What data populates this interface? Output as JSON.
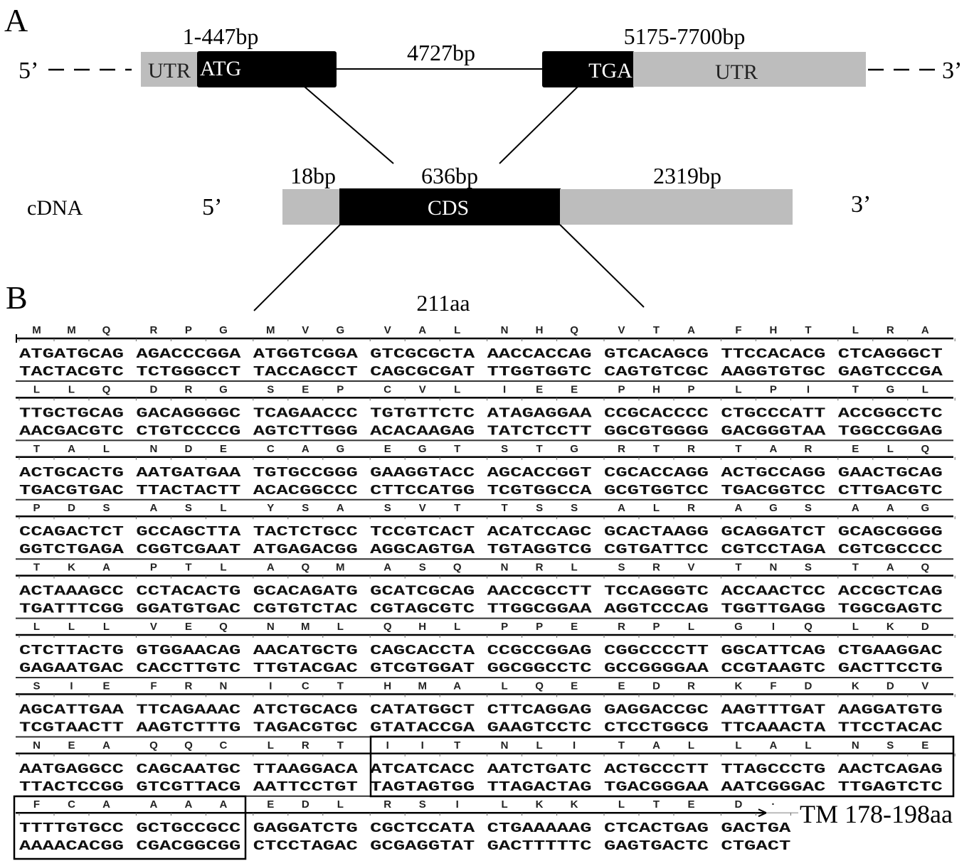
{
  "panel_a": {
    "label": "A",
    "five_prime": "5’",
    "three_prime": "3’",
    "exon1": {
      "range": "1-447bp",
      "utr": "UTR",
      "start_codon": "ATG"
    },
    "intron": {
      "length": "4727bp"
    },
    "exon2": {
      "range": "5175-7700bp",
      "stop_codon": "TGA",
      "utr": "UTR"
    },
    "cdna": {
      "label": "cDNA",
      "five_prime": "5’",
      "three_prime": "3’",
      "utr5": "18bp",
      "cds_len": "636bp",
      "utr3": "2319bp",
      "cds": "CDS"
    },
    "colors": {
      "exon_black": "#000000",
      "utr_gray": "#bdbdbd"
    }
  },
  "panel_b": {
    "label": "B",
    "protein_length": "211aa",
    "tm_label": "TM 178-198aa",
    "rows": [
      {
        "aa": "MMQRPGMVGVALNHQVTAFHTLRA",
        "top": [
          "ATGATGCAG",
          "AGACCCGGA",
          "ATGGTCGGA",
          "GTCGCGCTA",
          "AACCACCAG",
          "GTCACAGCG",
          "TTCCACACG",
          "CTCAGGGCT"
        ],
        "bottom": [
          "TACTACGTC",
          "TCTGGGCCT",
          "TACCAGCCT",
          "CAGCGCGAT",
          "TTGGTGGTC",
          "CAGTGTCGC",
          "AAGGTGTGC",
          "GAGTCCCGA"
        ]
      },
      {
        "aa": "LLQDRGSEPCVLIEEPHPLPITGL",
        "top": [
          "TTGCTGCAG",
          "GACAGGGGC",
          "TCAGAACCC",
          "TGTGTTCTC",
          "ATAGAGGAA",
          "CCGCACCCC",
          "CTGCCCATT",
          "ACCGGCCTC"
        ],
        "bottom": [
          "AACGACGTC",
          "CTGTCCCCG",
          "AGTCTTGGG",
          "ACACAAGAG",
          "TATCTCCTT",
          "GGCGTGGGG",
          "GACGGGTAA",
          "TGGCCGGAG"
        ]
      },
      {
        "aa": "TALNDECAGEGTSTGRTRTARELQ",
        "top": [
          "ACTGCACTG",
          "AATGATGAA",
          "TGTGCCGGG",
          "GAAGGTACC",
          "AGCACCGGT",
          "CGCACCAGG",
          "ACTGCCAGG",
          "GAACTGCAG"
        ],
        "bottom": [
          "TGACGTGAC",
          "TTACTACTT",
          "ACACGGCCC",
          "CTTCCATGG",
          "TCGTGGCCA",
          "GCGTGGTCC",
          "TGACGGTCC",
          "CTTGACGTC"
        ]
      },
      {
        "aa": "PDSASLYSASVTTSSALRAGSAAG",
        "top": [
          "CCAGACTCT",
          "GCCAGCTTA",
          "TACTCTGCC",
          "TCCGTCACT",
          "ACATCCAGC",
          "GCACTAAGG",
          "GCAGGATCT",
          "GCAGCGGGG"
        ],
        "bottom": [
          "GGTCTGAGA",
          "CGGTCGAAT",
          "ATGAGACGG",
          "AGGCAGTGA",
          "TGTAGGTCG",
          "CGTGATTCC",
          "CGTCCTAGA",
          "CGTCGCCCC"
        ]
      },
      {
        "aa": "TKAPTLAQMASQNRLSRVTNSTAQ",
        "top": [
          "ACTAAAGCC",
          "CCTACACTG",
          "GCACAGATG",
          "GCATCGCAG",
          "AACCGCCTT",
          "TCCAGGGTC",
          "ACCAACTCC",
          "ACCGCTCAG"
        ],
        "bottom": [
          "TGATTTCGG",
          "GGATGTGAC",
          "CGTGTCTAC",
          "CGTAGCGTC",
          "TTGGCGGAA",
          "AGGTCCCAG",
          "TGGTTGAGG",
          "TGGCGAGTC"
        ]
      },
      {
        "aa": "LLLVEQNMLQHLPPERPLGIQLKD",
        "top": [
          "CTCTTACTG",
          "GTGGAACAG",
          "AACATGCTG",
          "CAGCACCTA",
          "CCGCCGGAG",
          "CGGCCCCTT",
          "GGCATTCAG",
          "CTGAAGGAC"
        ],
        "bottom": [
          "GAGAATGAC",
          "CACCTTGTC",
          "TTGTACGAC",
          "GTCGTGGAT",
          "GGCGGCCTC",
          "GCCGGGGAA",
          "CCGTAAGTC",
          "GACTTCCTG"
        ]
      },
      {
        "aa": "SIEFRNICTHMALQEEDRKFDKDV",
        "top": [
          "AGCATTGAA",
          "TTCAGAAAC",
          "ATCTGCACG",
          "CATATGGCT",
          "CTTCAGGAG",
          "GAGGACCGC",
          "AAGTTTGAT",
          "AAGGATGTG"
        ],
        "bottom": [
          "TCGTAACTT",
          "AAGTCTTTG",
          "TAGACGTGC",
          "GTATACCGA",
          "GAAGTCCTC",
          "CTCCTGGCG",
          "TTCAAACTA",
          "TTCCTACAC"
        ]
      },
      {
        "aa": "NEAQQCLRTIITNLITALLALNSE",
        "top": [
          "AATGAGGCC",
          "CAGCAATGC",
          "TTAAGGACA",
          "ATCATCACC",
          "AATCTGATC",
          "ACTGCCCTT",
          "TTAGCCCTG",
          "AACTCAGAG"
        ],
        "bottom": [
          "TTACTCCGG",
          "GTCGTTACG",
          "AATTCCTGT",
          "TAGTAGTGG",
          "TTAGACTAG",
          "TGACGGGAA",
          "AATCGGGAC",
          "TTGAGTCTC"
        ]
      },
      {
        "aa": "FCAAAAEDLRSILKKLTED·",
        "top": [
          "TTTTGTGCC",
          "GCTGCCGCC",
          "GAGGATCTG",
          "CGCTCCATA",
          "CTGAAAAAG",
          "CTCACTGAG",
          "GACTGA"
        ],
        "bottom": [
          "AAAACACGG",
          "CGACGGCGG",
          "CTCCTAGAC",
          "GCGAGGTAT",
          "GACTTTTTC",
          "GAGTGACTC",
          "CTGACT"
        ]
      }
    ]
  }
}
